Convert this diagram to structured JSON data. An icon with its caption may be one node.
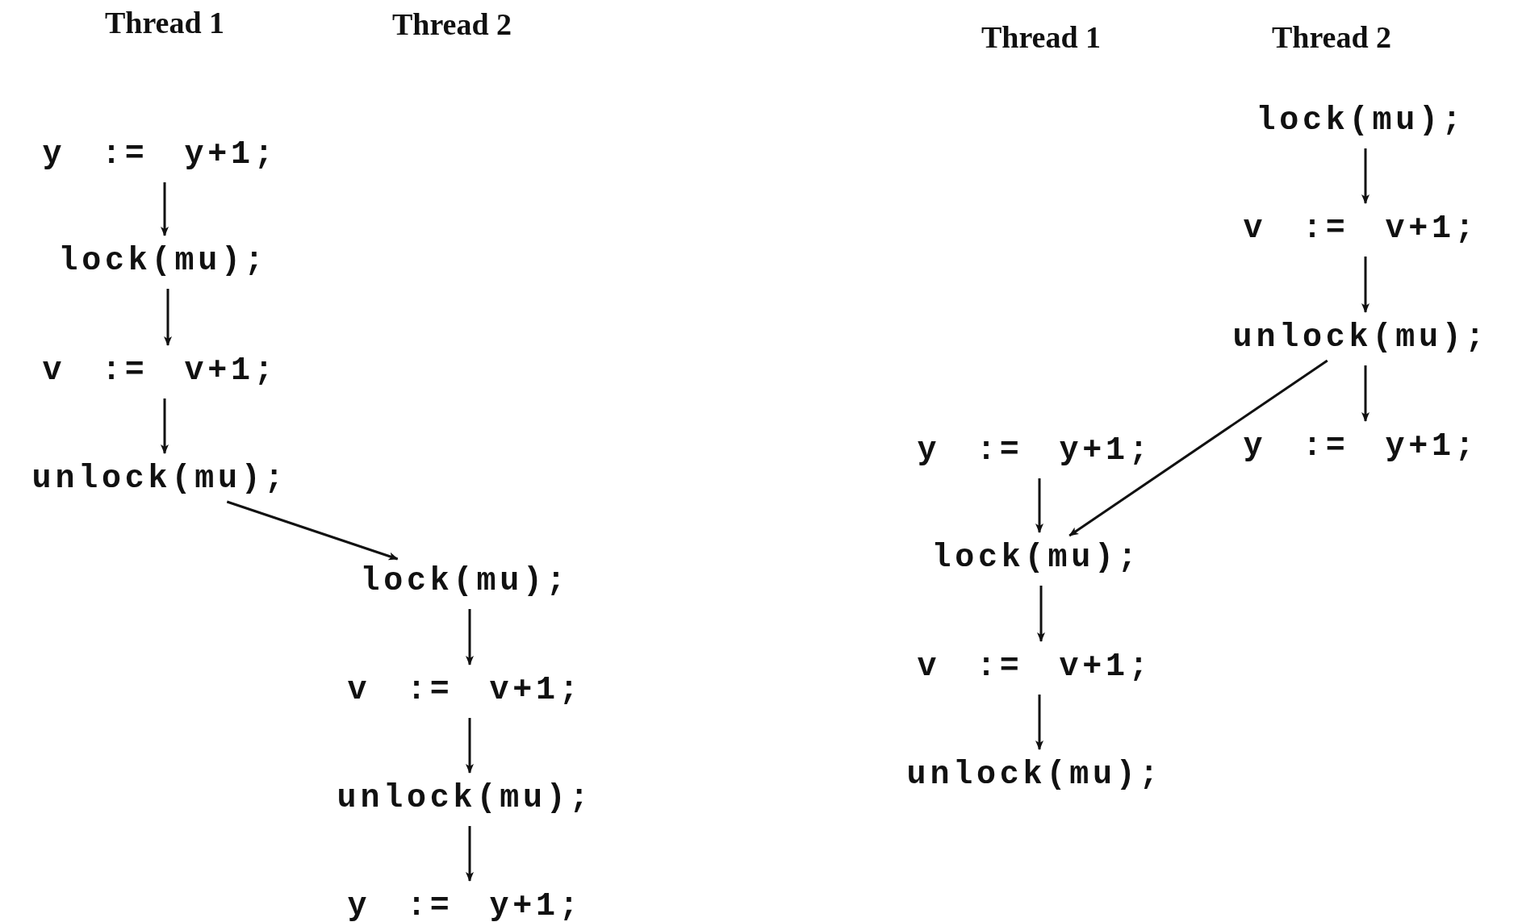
{
  "diagram": {
    "nodes": [
      {
        "text": [
          "y := y+1;"
        ]
      },
      {
        "text": [
          "lock(mu);"
        ]
      },
      {
        "text": [
          "v := v+1;"
        ]
      },
      {
        "text": [
          "unlock(mu);"
        ]
      },
      {
        "text": [
          "lock(mu);"
        ]
      },
      {
        "text": [
          "v := v+1;"
        ]
      },
      {
        "text": [
          "unlock(mu);"
        ]
      },
      {
        "text": [
          "y := y+1;"
        ]
      },
      {
        "text": [
          "lock(mu);"
        ]
      },
      {
        "text": [
          "v := v+1;"
        ]
      },
      {
        "text": [
          "unlock(mu);"
        ]
      },
      {
        "text": [
          "y := y+1;"
        ]
      },
      {
        "text": [
          "y := y+1;"
        ]
      },
      {
        "text": [
          "lock(mu);"
        ]
      },
      {
        "text": [
          "v := v+1;"
        ]
      },
      {
        "text": [
          "unlock(mu);"
        ]
      }
    ],
    "edges": [
      {
        "from": 0,
        "to": 1,
        "arrow": "to"
      },
      {
        "from": 1,
        "to": 2,
        "arrow": "to"
      },
      {
        "from": 2,
        "to": 3,
        "arrow": "to"
      },
      {
        "from": 3,
        "to": 4,
        "arrow": "to"
      },
      {
        "from": 4,
        "to": 5,
        "arrow": "to"
      },
      {
        "from": 5,
        "to": 6,
        "arrow": "to"
      },
      {
        "from": 6,
        "to": 7,
        "arrow": "to"
      },
      {
        "from": 8,
        "to": 9,
        "arrow": "to"
      },
      {
        "from": 9,
        "to": 10,
        "arrow": "to"
      },
      {
        "from": 10,
        "to": 11,
        "arrow": "to"
      },
      {
        "from": 10,
        "to": 13,
        "arrow": "to"
      },
      {
        "from": 12,
        "to": 13,
        "arrow": "to"
      },
      {
        "from": 13,
        "to": 14,
        "arrow": "to"
      },
      {
        "from": 14,
        "to": 15,
        "arrow": "to"
      }
    ],
    "labels": [
      "Thread 1",
      "Thread 2",
      "Thread 1",
      "Thread 2"
    ]
  }
}
